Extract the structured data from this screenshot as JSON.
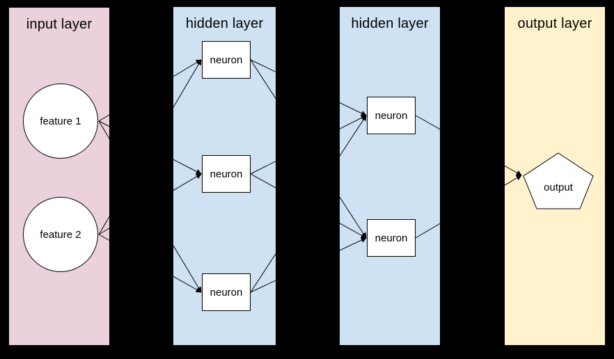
{
  "diagram": {
    "type": "neural-network",
    "background_color": "#000000",
    "node_fill_color": "#ffffff",
    "node_stroke_color": "#000000",
    "edge_color": "#000000",
    "layers": [
      {
        "id": "input",
        "title": "input layer",
        "color": "#ead1dc",
        "nodes": [
          {
            "id": "feature1",
            "label": "feature 1",
            "shape": "ellipse"
          },
          {
            "id": "feature2",
            "label": "feature 2",
            "shape": "ellipse"
          }
        ]
      },
      {
        "id": "hidden1",
        "title": "hidden layer",
        "color": "#cfe2f3",
        "nodes": [
          {
            "id": "h1n1",
            "label": "neuron",
            "shape": "rectangle"
          },
          {
            "id": "h1n2",
            "label": "neuron",
            "shape": "rectangle"
          },
          {
            "id": "h1n3",
            "label": "neuron",
            "shape": "rectangle"
          }
        ]
      },
      {
        "id": "hidden2",
        "title": "hidden layer",
        "color": "#cfe2f3",
        "nodes": [
          {
            "id": "h2n1",
            "label": "neuron",
            "shape": "rectangle"
          },
          {
            "id": "h2n2",
            "label": "neuron",
            "shape": "rectangle"
          }
        ]
      },
      {
        "id": "output",
        "title": "output layer",
        "color": "#fff2cc",
        "nodes": [
          {
            "id": "out",
            "label": "output",
            "shape": "pentagon"
          }
        ]
      }
    ],
    "edges": [
      {
        "from": "feature1",
        "to": "h1n1"
      },
      {
        "from": "feature1",
        "to": "h1n2"
      },
      {
        "from": "feature1",
        "to": "h1n3"
      },
      {
        "from": "feature2",
        "to": "h1n1"
      },
      {
        "from": "feature2",
        "to": "h1n2"
      },
      {
        "from": "feature2",
        "to": "h1n3"
      },
      {
        "from": "h1n1",
        "to": "h2n1"
      },
      {
        "from": "h1n1",
        "to": "h2n2"
      },
      {
        "from": "h1n2",
        "to": "h2n1"
      },
      {
        "from": "h1n2",
        "to": "h2n2"
      },
      {
        "from": "h1n3",
        "to": "h2n1"
      },
      {
        "from": "h1n3",
        "to": "h2n2"
      },
      {
        "from": "h2n1",
        "to": "out"
      },
      {
        "from": "h2n2",
        "to": "out"
      }
    ]
  }
}
